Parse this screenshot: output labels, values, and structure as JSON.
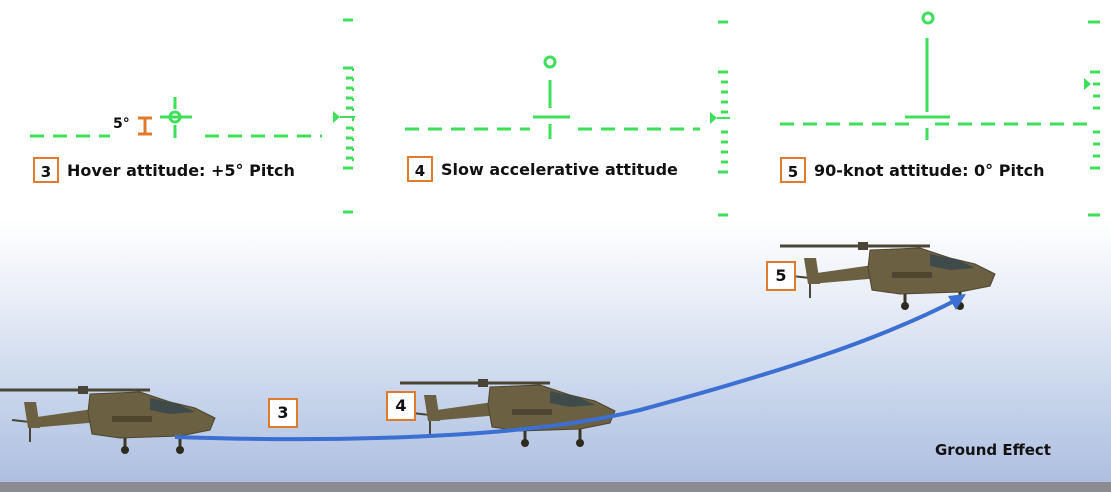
{
  "panels": [
    {
      "step": "3",
      "caption": "Hover attitude: +5° Pitch",
      "pitch_label": "5°"
    },
    {
      "step": "4",
      "caption": "Slow accelerative attitude"
    },
    {
      "step": "5",
      "caption": "90-knot attitude: 0° Pitch"
    }
  ],
  "flight_markers": [
    "3",
    "4",
    "5"
  ],
  "ground_label": "Ground Effect",
  "colors": {
    "hud_green": "#3ee05a",
    "badge_border": "#e07b2e",
    "path_blue": "#3b6fd1",
    "helicopter_body": "#6b6041",
    "sky_bottom": "#aebfe0",
    "ground_strip": "#8a8c91"
  }
}
